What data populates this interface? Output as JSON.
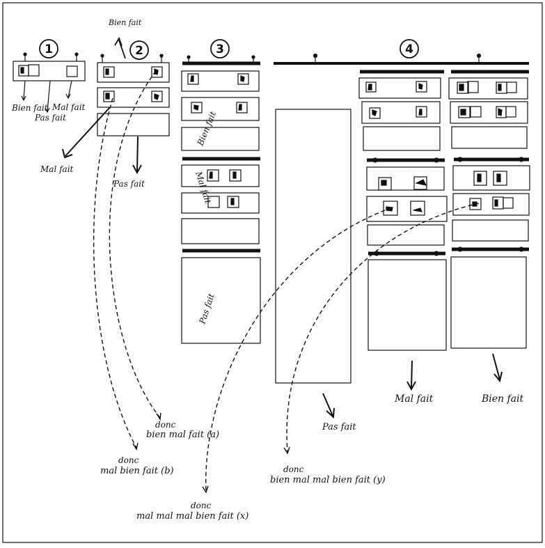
{
  "stage_numbers": [
    "1",
    "2",
    "3",
    "4"
  ],
  "labels": {
    "top_bien_fait": "Bien fait",
    "s1_bien_fait": "Bien fait",
    "s1_mal_fait": "Mal fait",
    "s1_pas_fait": "Pas fait",
    "s2_mal_fait": "Mal fait",
    "s2_pas_fait": "Pas fait",
    "s3_bien_fait": "Bien fait",
    "s3_mal_fait": "Mal fait",
    "s3_pas_fait": "Pas fait",
    "s4_pas_fait": "Pas fait",
    "s4_mal_fait": "Mal fait",
    "s4_bien_fait": "Bien fait"
  },
  "conclusions": {
    "a_donc": "donc",
    "a": "bien mal fait (a)",
    "b_donc": "donc",
    "b": "mal bien fait (b)",
    "y_donc": "donc",
    "y": "bien mal mal bien fait (y)",
    "x_donc": "donc",
    "x": "mal mal mal bien fait (x)"
  }
}
